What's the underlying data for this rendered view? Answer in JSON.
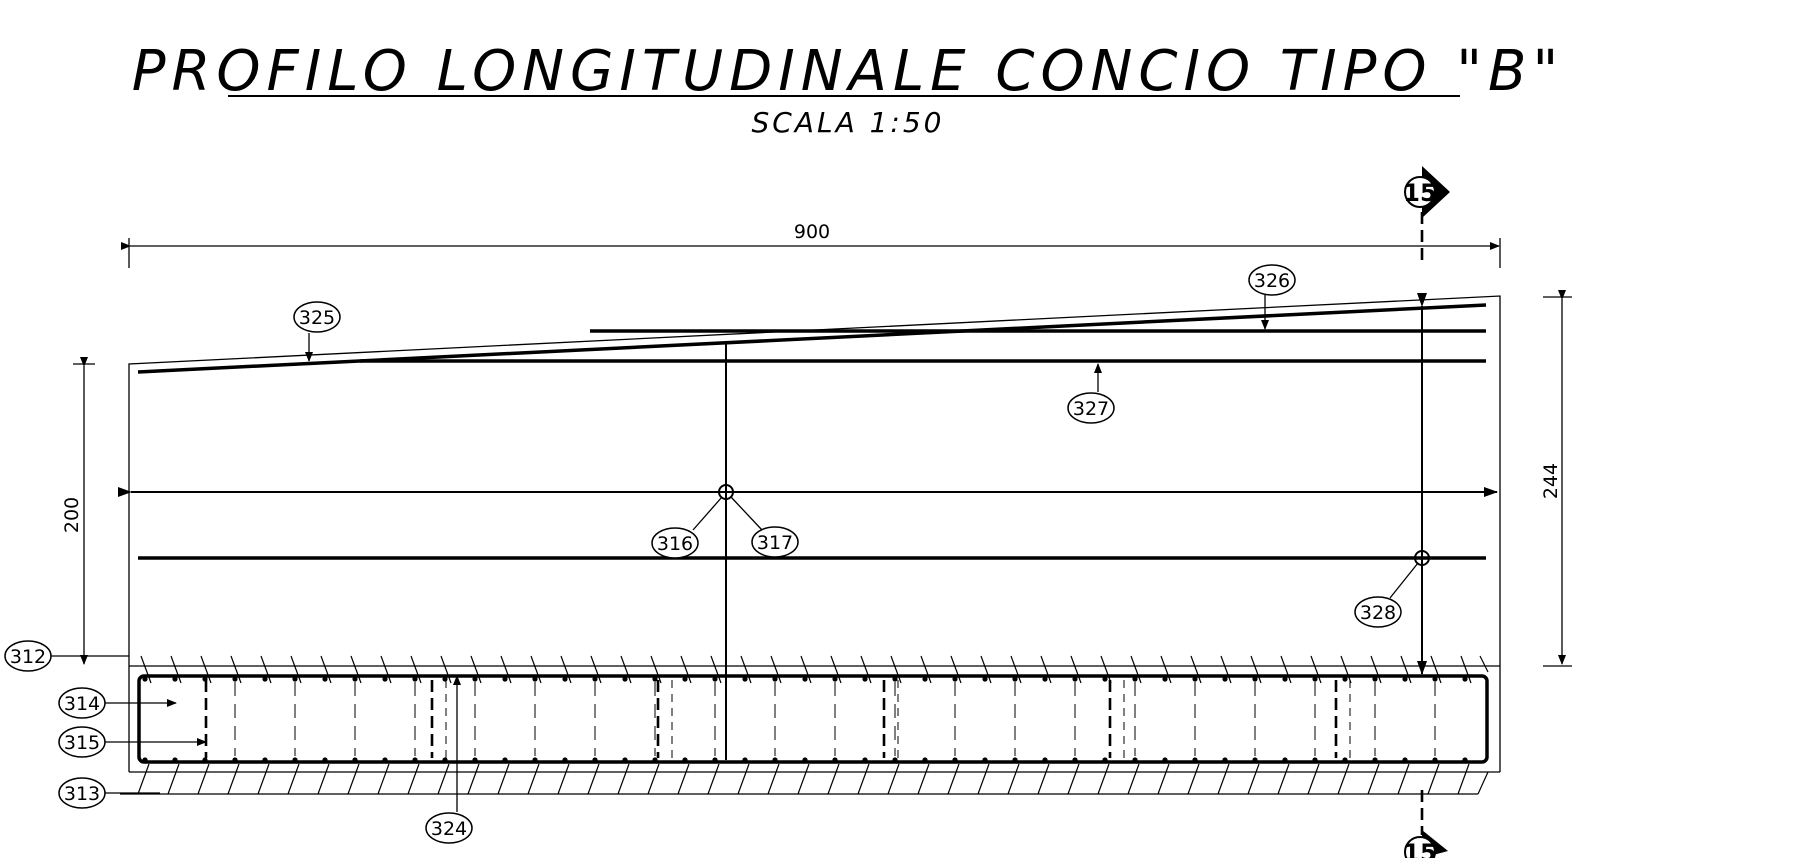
{
  "title": "PROFILO LONGITUDINALE CONCIO TIPO \"B\"",
  "scale": "SCALA 1:50",
  "dimensions": {
    "length": "900",
    "height_left": "200",
    "height_right": "244"
  },
  "section_marker": "15",
  "bar_marks": {
    "m312": "312",
    "m313": "313",
    "m314": "314",
    "m315": "315",
    "m316": "316",
    "m317": "317",
    "m324": "324",
    "m325": "325",
    "m326": "326",
    "m327": "327",
    "m328": "328"
  }
}
